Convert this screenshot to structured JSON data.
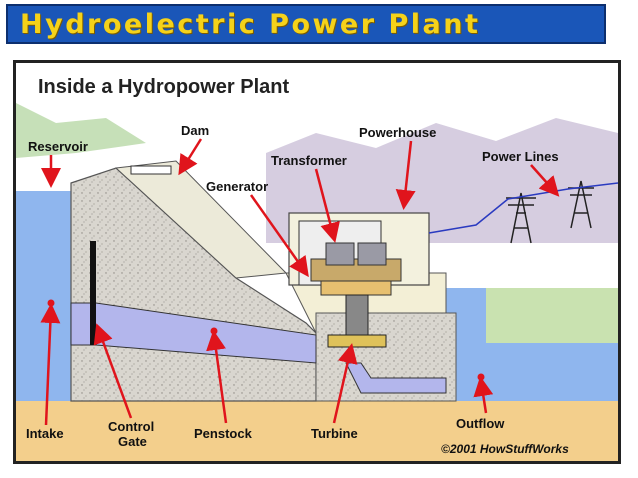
{
  "title": "Hydroelectric Power Plant",
  "diagram": {
    "heading": "Inside a Hydropower Plant",
    "labels": {
      "reservoir": "Reservoir",
      "dam": "Dam",
      "powerhouse": "Powerhouse",
      "transformer": "Transformer",
      "power_lines": "Power Lines",
      "generator": "Generator",
      "intake": "Intake",
      "control_gate_1": "Control",
      "control_gate_2": "Gate",
      "penstock": "Penstock",
      "turbine": "Turbine",
      "outflow": "Outflow"
    },
    "copyright": "©2001 HowStuffWorks"
  },
  "colors": {
    "title_bg": "#1a56b8",
    "title_text": "#f5d21a",
    "water": "#8fb6ee",
    "arrow": "#e0141c"
  }
}
